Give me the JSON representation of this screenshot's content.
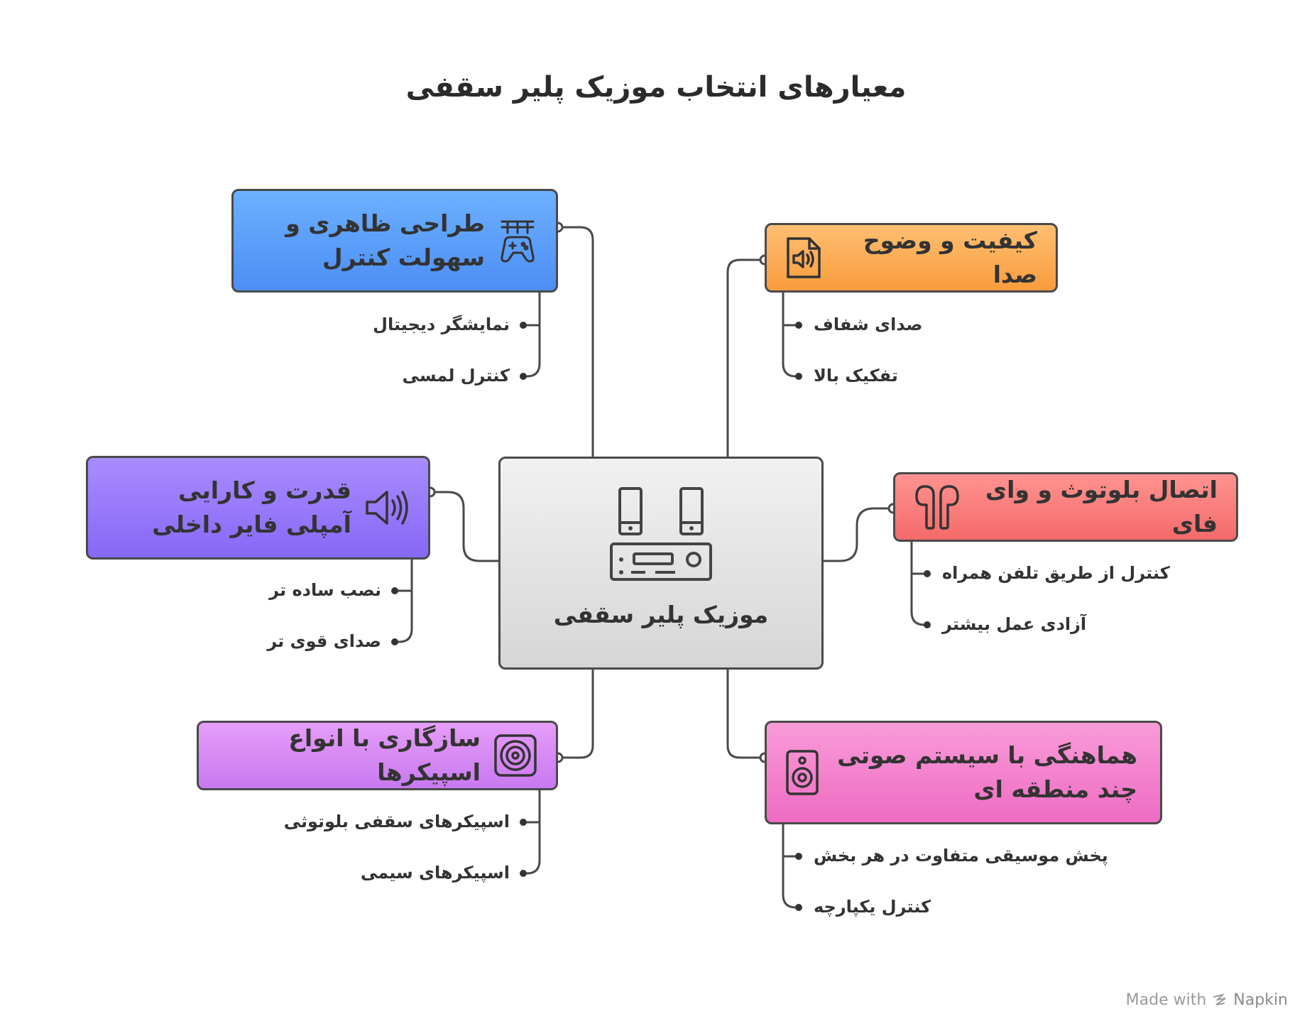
{
  "title": "معیارهای انتخاب موزیک پلیر سقفی",
  "center": {
    "label": "موزیک پلیر سقفی",
    "icon": "audio-receiver-icon"
  },
  "nodes": {
    "design": {
      "label": "طراحی ظاهری و سهولت کنترل",
      "icon": "gamepad-icon",
      "color": "#5a9cf8",
      "items": [
        "نمایشگر دیجیتال",
        "کنترل لمسی"
      ]
    },
    "amplifier": {
      "label": "قدرت و کارایی آمپلی فایر داخلی",
      "icon": "speaker-volume-icon",
      "color": "#9277fa",
      "items": [
        "نصب ساده تر",
        "صدای قوی تر"
      ]
    },
    "compatibility": {
      "label": "سازگاری با انواع اسپیکرها",
      "icon": "subwoofer-icon",
      "color": "#d88af4",
      "items": [
        "اسپیکرهای سقفی بلوتوثی",
        "اسپیکرهای سیمی"
      ]
    },
    "quality": {
      "label": "کیفیت و وضوح صدا",
      "icon": "audio-file-icon",
      "color": "#fbaa50",
      "items": [
        "صدای شفاف",
        "تفکیک بالا"
      ]
    },
    "bluetooth": {
      "label": "اتصال بلوتوث و وای فای",
      "icon": "earbuds-icon",
      "color": "#f77d7c",
      "items": [
        "کنترل از طریق تلفن همراه",
        "آزادی عمل بیشتر"
      ]
    },
    "multizone": {
      "label": "هماهنگی با سیستم صوتی چند منطقه ای",
      "icon": "speaker-icon",
      "color": "#f282cc",
      "items": [
        "پخش موسیقی متفاوت در هر بخش",
        "کنترل یکپارچه"
      ]
    }
  },
  "footer": {
    "made_with": "Made with",
    "brand": "Napkin"
  }
}
